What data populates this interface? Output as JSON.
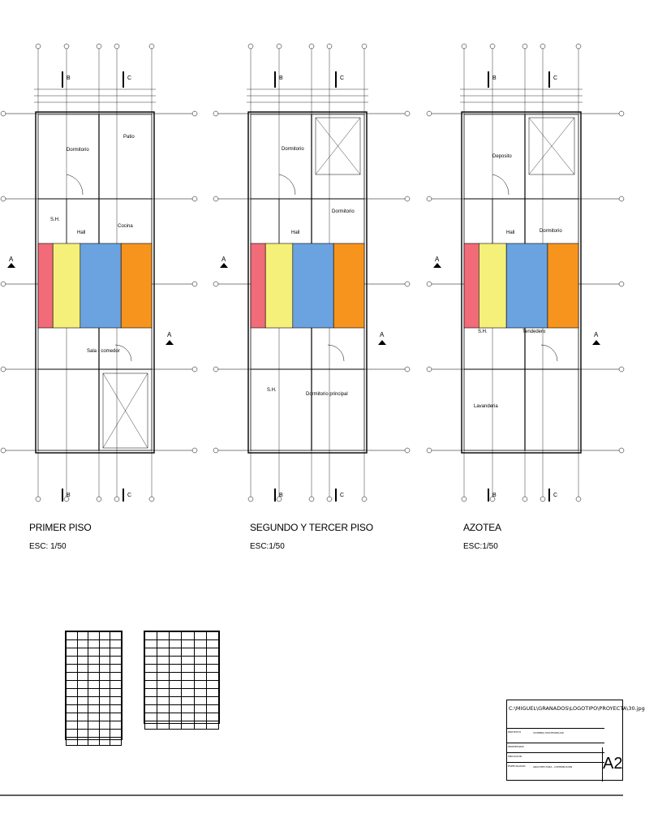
{
  "plans": [
    {
      "title": "PRIMER PISO",
      "scale": "ESC: 1/50",
      "rooms": [
        "Patio",
        "Dormitorio",
        "S.H.",
        "Hall",
        "Cocina",
        "Sala - comedor"
      ]
    },
    {
      "title": "SEGUNDO Y TERCER PISO",
      "scale": "ESC:1/50",
      "rooms": [
        "Dormitorio",
        "Dormitorio",
        "Hall",
        "S.H.",
        "Dormitorio principal"
      ]
    },
    {
      "title": "AZOTEA",
      "scale": "ESC:1/50",
      "rooms": [
        "Deposito",
        "Hall",
        "Dormitorio",
        "S.H.",
        "Tendedero",
        "Lavanderia"
      ]
    }
  ],
  "axis_labels": {
    "top": [
      "B",
      "C"
    ],
    "bottom": [
      "B",
      "C"
    ],
    "section": "A"
  },
  "band_colors": [
    "#f26b78",
    "#f5f07a",
    "#6aa3e0",
    "#f7941d"
  ],
  "title_block": {
    "path": "C:\\MIGUEL\\GRANADOS\\LOGOTIPO\\PROYECTA\\30.jpg",
    "project_label": "PROYECTO",
    "project": "VIVIENDA MULTIFAMILIAR",
    "owner_label": "PROPIETARIO",
    "location_label": "UBICACION",
    "specialty_label": "ESPECIALIDAD",
    "specialty": "ARQUITECTURA - DISTRIBUCION",
    "sheet": "A2"
  }
}
